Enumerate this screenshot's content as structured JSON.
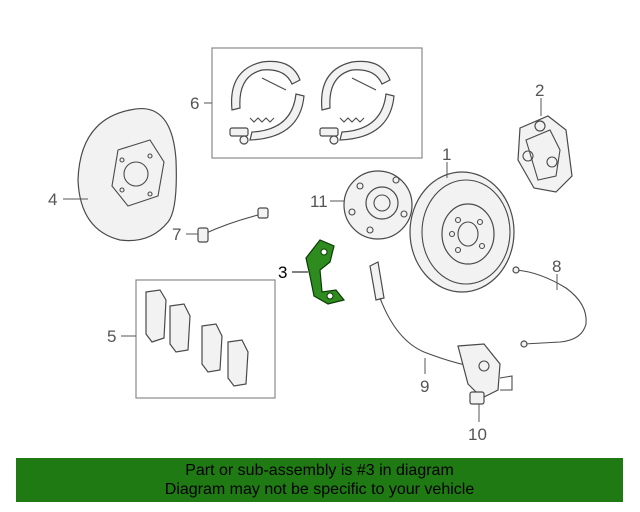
{
  "callouts": {
    "c1": "1",
    "c2": "2",
    "c3": "3",
    "c4": "4",
    "c5": "5",
    "c6": "6",
    "c7": "7",
    "c8": "8",
    "c9": "9",
    "c10": "10",
    "c11": "11"
  },
  "banner": {
    "line1": "Part or sub-assembly is #3 in diagram",
    "line2": "Diagram may not be specific to your vehicle"
  },
  "colors": {
    "highlight": "#2e8b1e",
    "banner_bg": "#1f7a14"
  }
}
